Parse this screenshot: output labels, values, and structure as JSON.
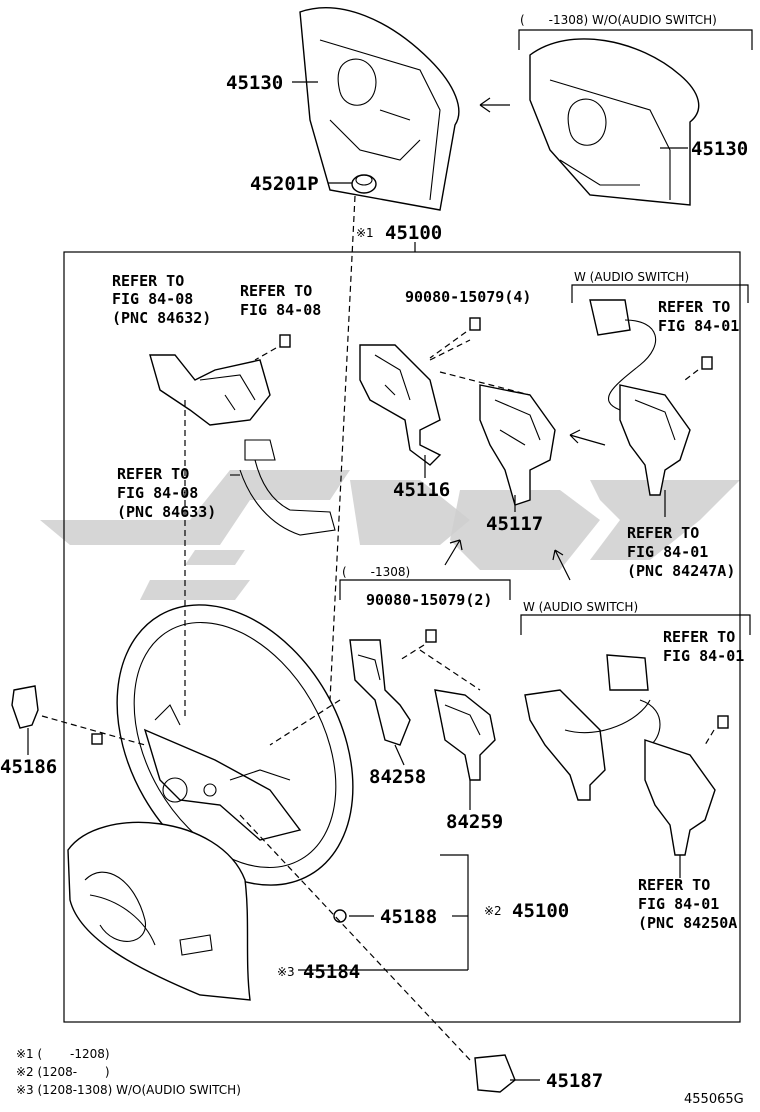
{
  "parts": {
    "p45130_left": "45130",
    "p45130_right": "45130",
    "p45201P": "45201P",
    "p45100_top": "45100",
    "p45100_top_mark": "※1",
    "p45116": "45116",
    "p45117": "45117",
    "p84258": "84258",
    "p84259": "84259",
    "p45186": "45186",
    "p45188": "45188",
    "p45100_right": "45100",
    "p45100_right_mark": "※2",
    "p45184": "45184",
    "p45184_mark": "※3",
    "p45187": "45187"
  },
  "bolts": {
    "bolt_upper": "90080-15079(4)",
    "bolt_lower": "90080-15079(2)"
  },
  "conditions": {
    "wo_audio_top": "(　　-1308) W/O(AUDIO SWITCH)",
    "w_audio_upper": "W (AUDIO SWITCH)",
    "lower_range": "(　　-1308)",
    "w_audio_lower": "W (AUDIO SWITCH)"
  },
  "refs": {
    "ref_a": [
      "REFER TO",
      "FIG 84-08",
      "(PNC 84632)"
    ],
    "ref_b": [
      "REFER TO",
      "FIG 84-08"
    ],
    "ref_c": [
      "REFER TO",
      "FIG 84-08",
      "(PNC 84633)"
    ],
    "ref_d": [
      "REFER TO",
      "FIG 84-01"
    ],
    "ref_e": [
      "REFER TO",
      "FIG 84-01",
      "(PNC 84247A)"
    ],
    "ref_f": [
      "REFER TO",
      "FIG 84-01"
    ],
    "ref_g": [
      "REFER TO",
      "FIG 84-01",
      "(PNC 84250A"
    ]
  },
  "legend": {
    "line1": "※1 (　　 -1208)",
    "line2": "※2 (1208-　　 )",
    "line3": "※3 (1208-1308) W/O(AUDIO SWITCH)"
  },
  "figure_code": "455065G"
}
